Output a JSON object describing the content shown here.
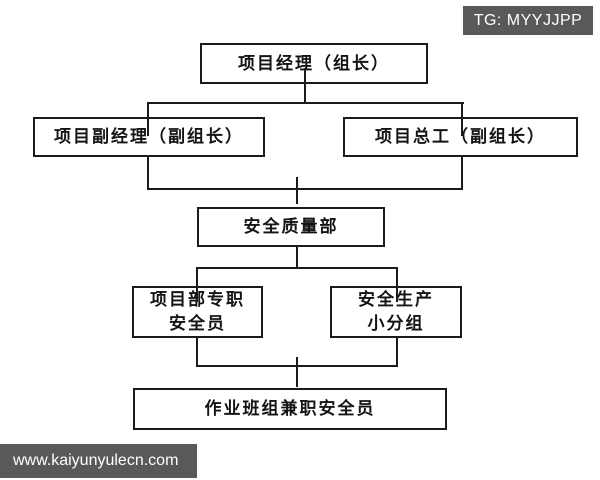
{
  "overlays": {
    "badge_text": "TG: MYYJJPP",
    "watermark_text": "www.kaiyunyulecn.com",
    "overlay_bg": "#58595a",
    "overlay_text_color": "#ffffff"
  },
  "diagram": {
    "line_color": "#1b1b1b",
    "box_bg": "#ffffff",
    "nodes": [
      {
        "id": "project-manager",
        "label": "项目经理（组长）"
      },
      {
        "id": "deputy-project-manager",
        "label": "项目副经理（副组长）"
      },
      {
        "id": "chief-engineer",
        "label": "项目总工（副组长）"
      },
      {
        "id": "safety-quality-dept",
        "label": "安全质量部"
      },
      {
        "id": "fulltime-safety-officer",
        "label": "项目部专职\n安全员"
      },
      {
        "id": "safety-production-group",
        "label": "安全生产\n小分组"
      },
      {
        "id": "team-parttime-safety-officer",
        "label": "作业班组兼职安全员"
      }
    ],
    "edges": [
      [
        "project-manager",
        "deputy-project-manager"
      ],
      [
        "project-manager",
        "chief-engineer"
      ],
      [
        "deputy-project-manager",
        "safety-quality-dept"
      ],
      [
        "chief-engineer",
        "safety-quality-dept"
      ],
      [
        "safety-quality-dept",
        "fulltime-safety-officer"
      ],
      [
        "safety-quality-dept",
        "safety-production-group"
      ],
      [
        "fulltime-safety-officer",
        "team-parttime-safety-officer"
      ],
      [
        "safety-production-group",
        "team-parttime-safety-officer"
      ]
    ]
  }
}
